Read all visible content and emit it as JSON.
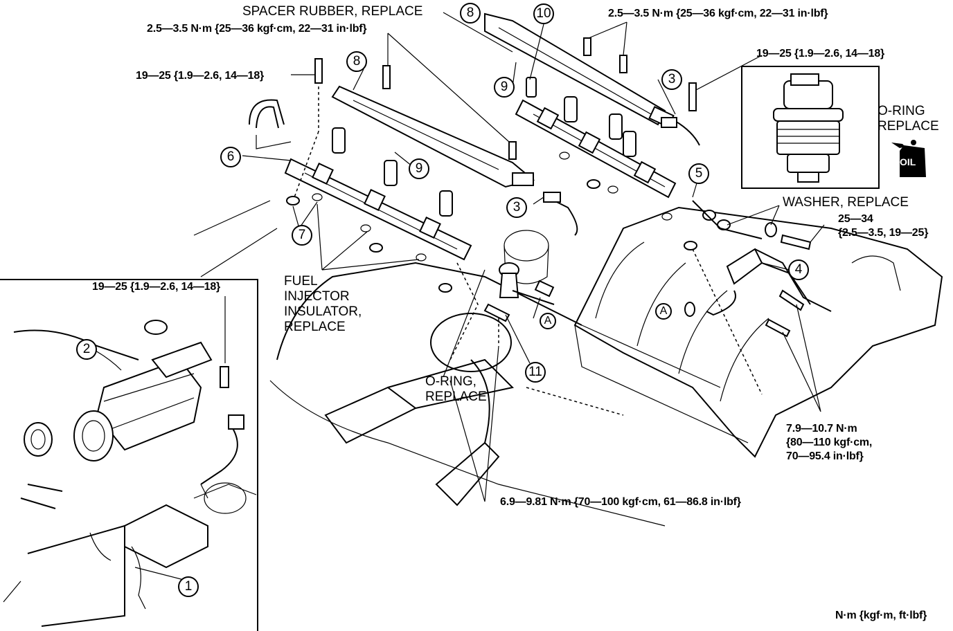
{
  "labels": {
    "spacer_rubber": "SPACER RUBBER, REPLACE",
    "torque_top_left": "2.5—3.5 N·m {25—36 kgf·cm, 22—31 in·lbf}",
    "torque_top_right": "2.5—3.5 N·m {25—36 kgf·cm, 22—31 in·lbf}",
    "torque_bolt_left": "19—25 {1.9—2.6, 14—18}",
    "torque_bolt_right": "19—25 {1.9—2.6, 14—18}",
    "oring_replace_detail": [
      "O-RING",
      "REPLACE"
    ],
    "oil": "OIL",
    "washer_replace": "WASHER, REPLACE",
    "torque_washer": [
      "25—34",
      "{2.5—3.5, 19—25}"
    ],
    "fuel_injector_insulator": [
      "FUEL",
      "INJECTOR",
      "INSULATOR,",
      "REPLACE"
    ],
    "oring_replace_main": [
      "O-RING,",
      "REPLACE"
    ],
    "torque_manifold": [
      "7.9—10.7 N·m",
      "{80—110 kgf·cm,",
      "70—95.4 in·lbf}"
    ],
    "torque_pressure_reg": "6.9—9.81 N·m {70—100 kgf·cm, 61—86.8 in·lbf}",
    "torque_inset": "19—25 {1.9—2.6, 14—18}",
    "units_legend": "N·m {kgf·m, ft·lbf}"
  },
  "callouts": {
    "c1": "1",
    "c2": "2",
    "c3a": "3",
    "c3b": "3",
    "c4": "4",
    "c5": "5",
    "c6": "6",
    "c7": "7",
    "c8a": "8",
    "c8b": "8",
    "c9a": "9",
    "c9b": "9",
    "c10": "10",
    "c11": "11",
    "ref_a1": "A",
    "ref_a2": "A"
  },
  "icons": {
    "oil_can": "oil-can-icon"
  }
}
